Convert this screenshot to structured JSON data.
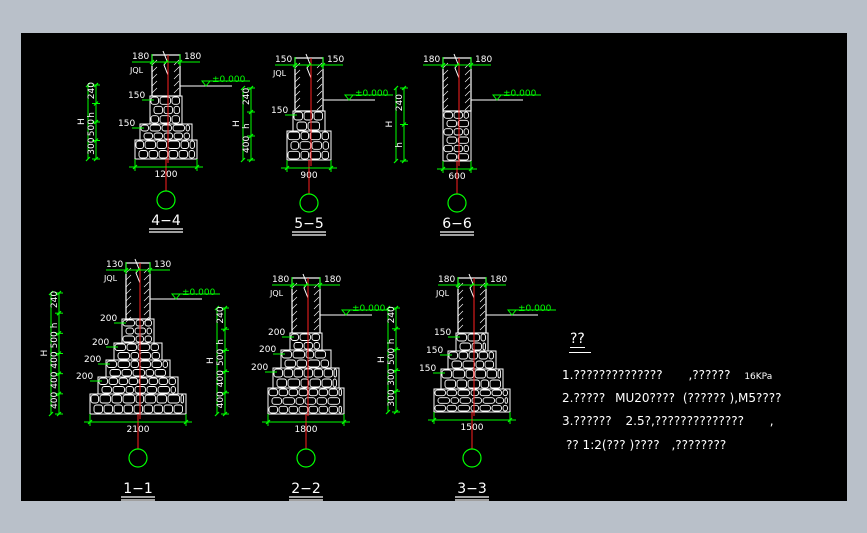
{
  "colors": {
    "frame": "#b9c0c9",
    "background": "#000000",
    "dimension": "#00ff00",
    "outline": "#ffffff",
    "rebar": "#ff2020",
    "marker": "#00ff00"
  },
  "sections": [
    {
      "id": "4-4",
      "title": "4−4",
      "top_left": "180",
      "top_right": "180",
      "beam": "JQL",
      "elev": "±0.000",
      "left_dims": [
        "240",
        "h",
        "500",
        "300"
      ],
      "h_label": "H",
      "step_labels": [
        "150",
        "150"
      ],
      "width": "1200"
    },
    {
      "id": "5-5",
      "title": "5−5",
      "top_left": "150",
      "top_right": "150",
      "beam": "JQL",
      "elev": "±0.000",
      "left_dims": [
        "240",
        "h",
        "400"
      ],
      "h_label": "H",
      "step_labels": [
        "150"
      ],
      "width": "900"
    },
    {
      "id": "6-6",
      "title": "6−6",
      "top_left": "180",
      "top_right": "180",
      "beam": "",
      "elev": "±0.000",
      "left_dims": [
        "240",
        "h"
      ],
      "h_label": "H",
      "step_labels": [],
      "width": "600"
    },
    {
      "id": "1-1",
      "title": "1−1",
      "top_left": "130",
      "top_right": "130",
      "beam": "JQL",
      "elev": "±0.000",
      "left_dims": [
        "240",
        "h",
        "500",
        "400",
        "400",
        "400"
      ],
      "h_label": "H",
      "step_labels": [
        "200",
        "200",
        "200",
        "200"
      ],
      "width": "2100"
    },
    {
      "id": "2-2",
      "title": "2−2",
      "top_left": "180",
      "top_right": "180",
      "beam": "JQL",
      "elev": "±0.000",
      "left_dims": [
        "240",
        "h",
        "500",
        "400",
        "400"
      ],
      "h_label": "H",
      "step_labels": [
        "200",
        "200",
        "200"
      ],
      "width": "1800"
    },
    {
      "id": "3-3",
      "title": "3−3",
      "top_left": "180",
      "top_right": "180",
      "beam": "JQL",
      "elev": "±0.000",
      "left_dims": [
        "240",
        "h",
        "500",
        "300",
        "300"
      ],
      "h_label": "H",
      "step_labels": [
        "150",
        "150",
        "150"
      ],
      "width": "1500"
    }
  ],
  "notes": {
    "heading": "??",
    "lines": [
      {
        "main": "1.??????????????",
        "tail": ",??????",
        "extra": "16KPa"
      },
      {
        "main": "2.?????",
        "tail": "MU20????",
        "extra": "(??????  ),M5????"
      },
      {
        "main": "3.??????",
        "tail": "2.5?,??????????????",
        "extra": ","
      },
      {
        "main": "?? 1:2(??? )????",
        "tail": ",????????",
        "extra": ""
      }
    ]
  }
}
